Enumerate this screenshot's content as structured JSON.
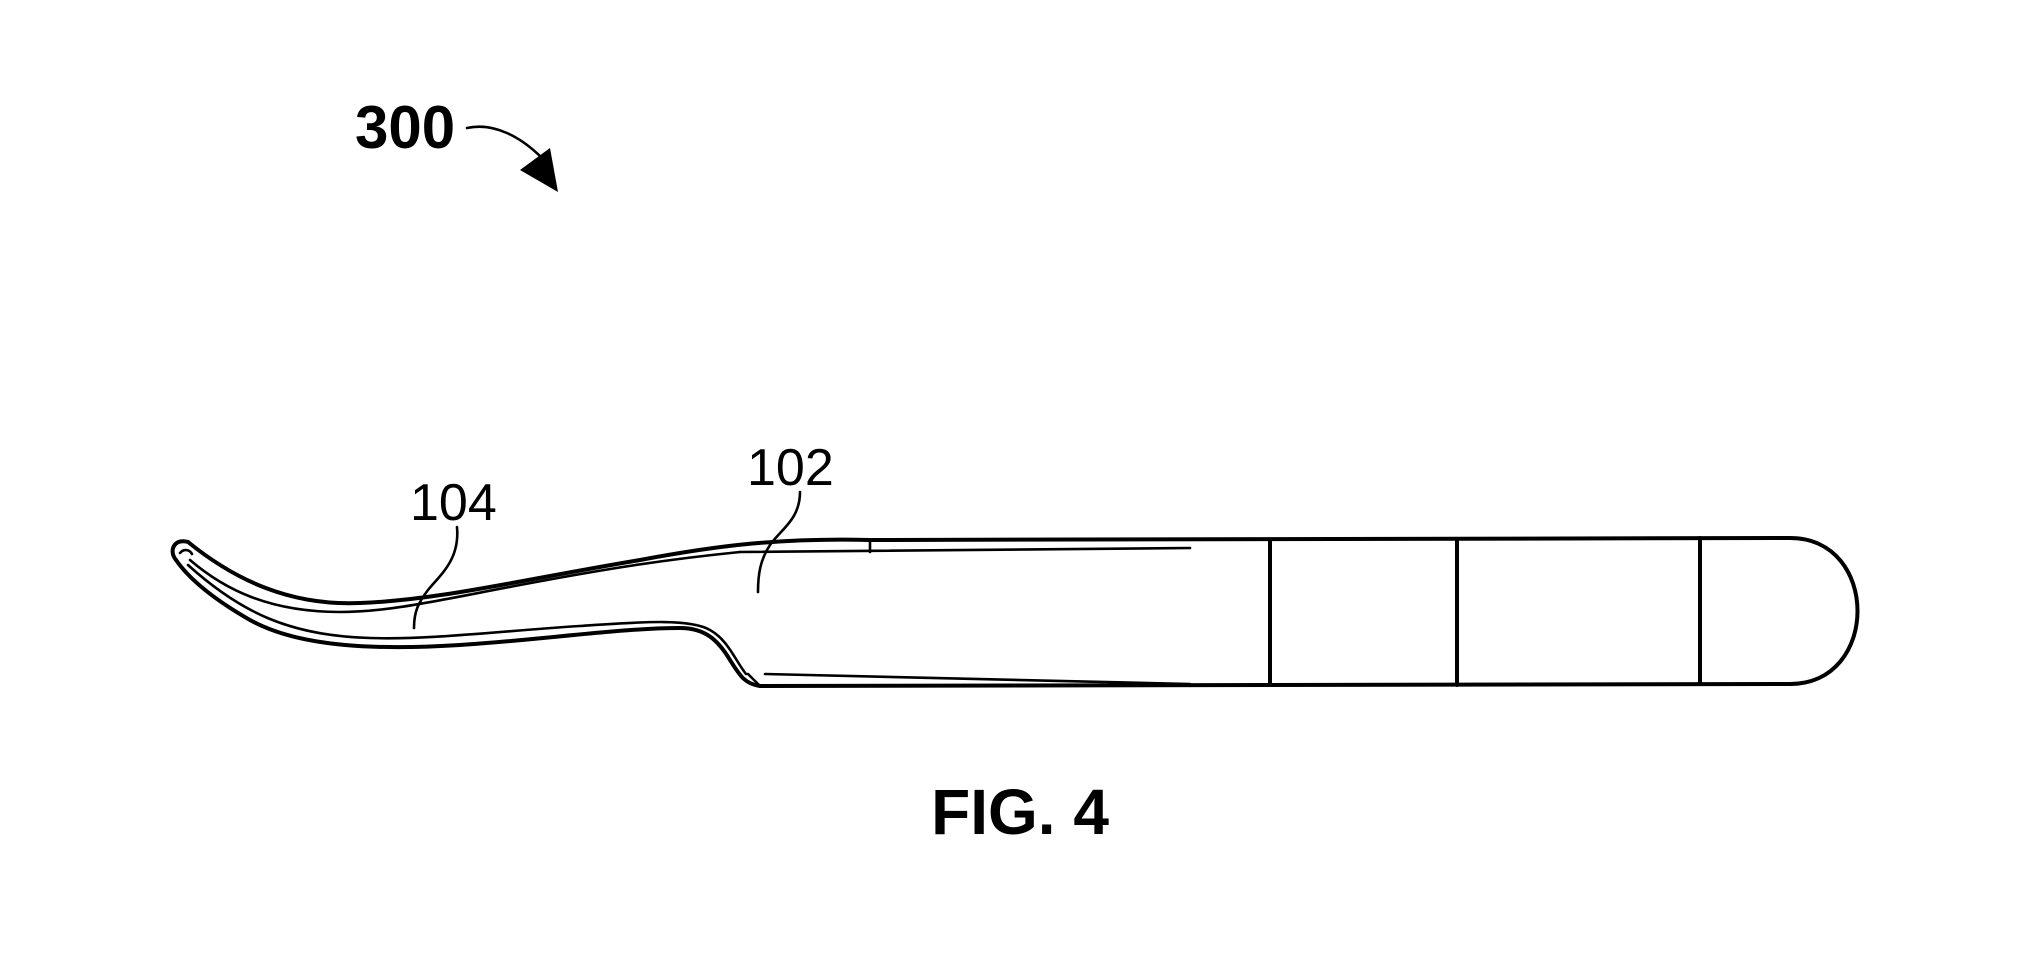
{
  "figure": {
    "assembly_label": "300",
    "caption": "FIG. 4",
    "labels": {
      "handle": "102",
      "tip": "104"
    }
  }
}
